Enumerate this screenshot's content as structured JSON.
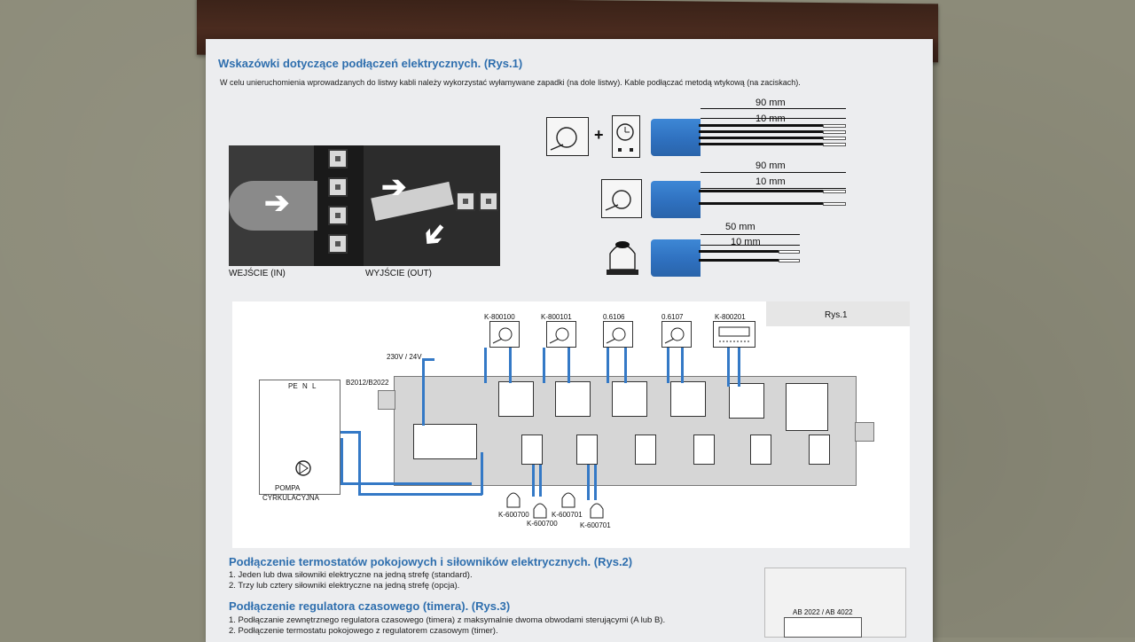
{
  "section1": {
    "heading": "Wskazówki dotyczące podłączeń elektrycznych. (Rys.1)",
    "intro": "W celu unieruchomienia wprowadzanych do listwy kabli należy wykorzystać wyłamywane zapadki (na dole listwy). Kable podłączać metodą wtykową (na zaciskach)."
  },
  "photo_captions": {
    "input": "WEJŚCIE (IN)",
    "output": "WYJŚCIE (OUT)"
  },
  "cables": {
    "row1": {
      "outer": "90 mm",
      "inner": "10 mm"
    },
    "row2": {
      "outer": "90 mm",
      "inner": "10 mm"
    },
    "row3": {
      "outer": "50 mm",
      "inner": "10 mm"
    }
  },
  "diagram": {
    "figure_label": "Rys.1",
    "devices": [
      "K-800100",
      "K-800101",
      "0.6106",
      "0.6107",
      "K-800201"
    ],
    "supply": "230V / 24V",
    "controller": "B2012/B2022",
    "pump_terminals": [
      "PE",
      "N",
      "L"
    ],
    "pump_label_1": "POMPA",
    "pump_label_2": "CYRKULACYJNA",
    "actuators": [
      "K-600700",
      "K-600700",
      "K-600701",
      "K-600701"
    ]
  },
  "section2": {
    "heading": "Podłączenie termostatów pokojowych i siłowników elektrycznych. (Rys.2)",
    "item1": "1. Jeden lub dwa siłowniki elektryczne na jedną strefę (standard).",
    "item2": "2. Trzy lub cztery siłowniki elektryczne na jedną strefę (opcja)."
  },
  "section3": {
    "heading": "Podłączenie regulatora czasowego (timera). (Rys.3)",
    "item1": "1. Podłączanie zewnętrznego regulatora czasowego (timera) z maksymalnie dwoma obwodami sterującymi (A lub B).",
    "item2": "2. Podłączenie termostatu pokojowego z regulatorem czasowym (timer).",
    "side_label": "AB 2022 / AB 4022"
  }
}
